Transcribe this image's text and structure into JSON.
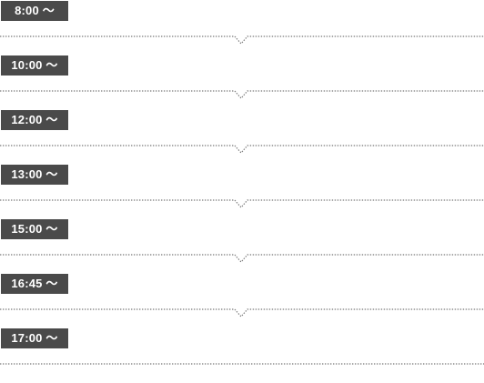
{
  "schedule": {
    "items": [
      {
        "time": "8:00 〜"
      },
      {
        "time": "10:00 〜"
      },
      {
        "time": "12:00 〜"
      },
      {
        "time": "13:00 〜"
      },
      {
        "time": "15:00 〜"
      },
      {
        "time": "16:45 〜"
      },
      {
        "time": "17:00 〜"
      }
    ]
  },
  "colors": {
    "badge_bg": "#4a4a4a",
    "badge_text": "#ffffff",
    "divider": "#777777"
  }
}
